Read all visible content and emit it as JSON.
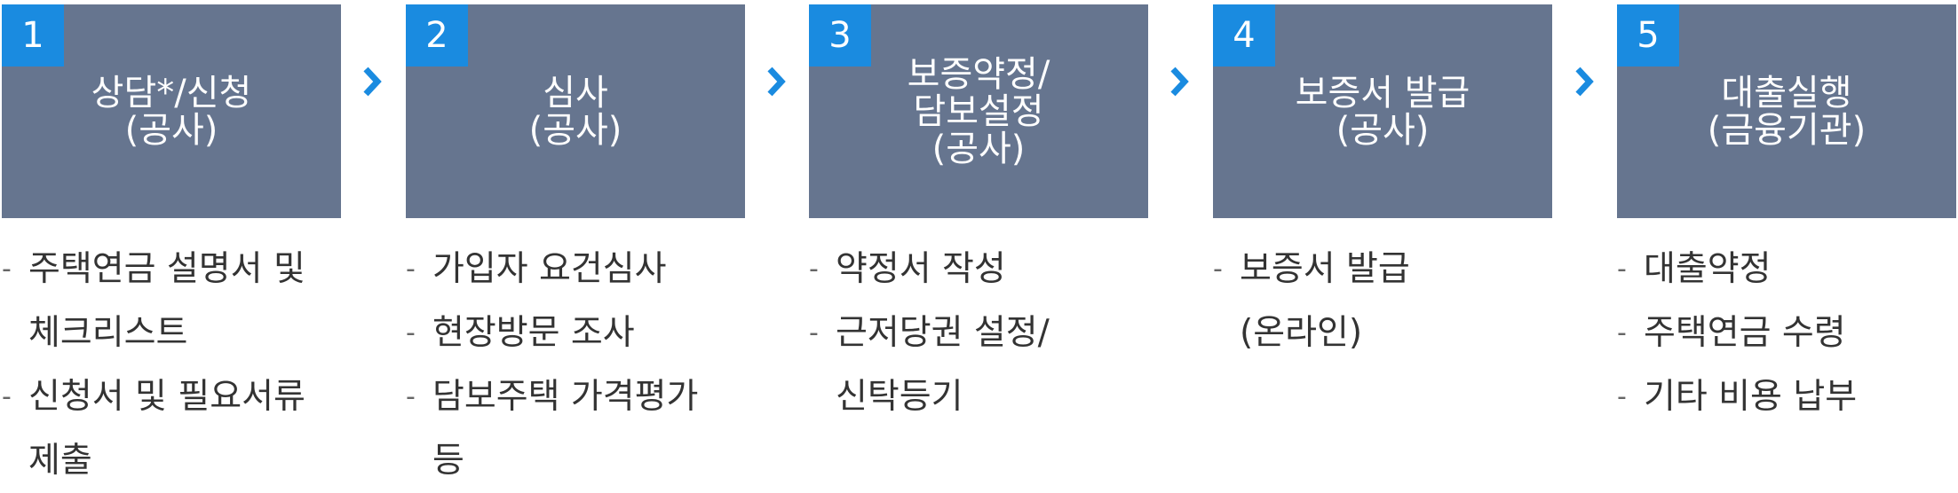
{
  "steps": [
    {
      "number": "1",
      "title": "상담*/신청\n(공사)",
      "details": [
        "주택연금 설명서 및\n체크리스트",
        "신청서 및 필요서류\n제출"
      ]
    },
    {
      "number": "2",
      "title": "심사\n(공사)",
      "details": [
        "가입자 요건심사",
        "현장방문 조사",
        "담보주택 가격평가\n등"
      ]
    },
    {
      "number": "3",
      "title": "보증약정/\n담보설정\n(공사)",
      "details": [
        "약정서 작성",
        "근저당권 설정/\n신탁등기"
      ]
    },
    {
      "number": "4",
      "title": "보증서 발급\n(공사)",
      "details": [
        "보증서 발급\n(온라인)"
      ]
    },
    {
      "number": "5",
      "title": "대출실행\n(금융기관)",
      "details": [
        "대출약정",
        "주택연금 수령",
        "기타 비용 납부"
      ]
    }
  ],
  "colors": {
    "box_bg": "#66758f",
    "number_bg": "#1a8be0",
    "arrow": "#1a8be0",
    "text": "#333333"
  },
  "icons": {
    "arrow": "chevron-right-icon"
  }
}
